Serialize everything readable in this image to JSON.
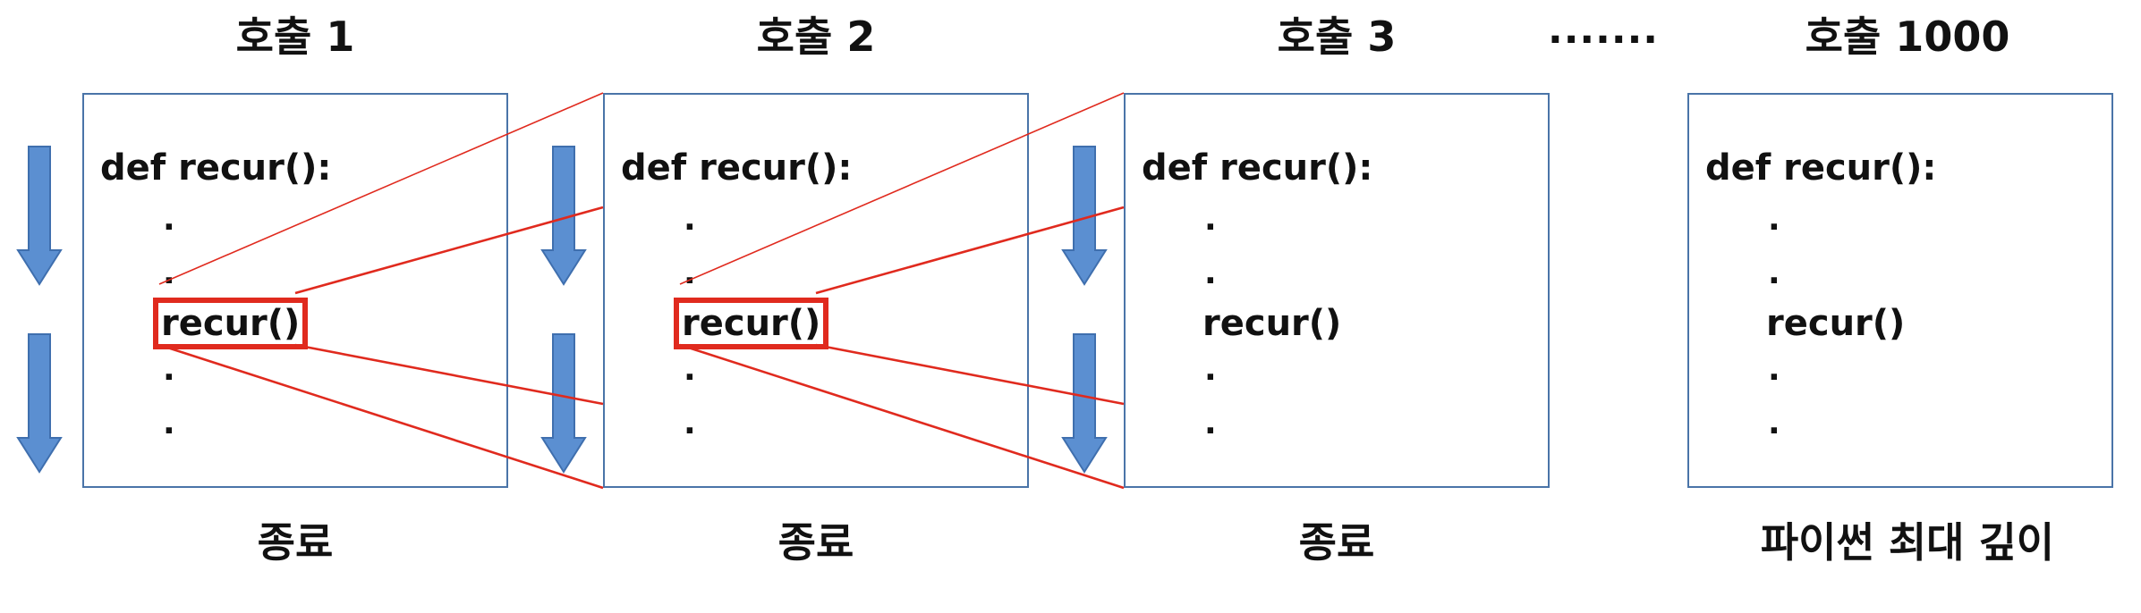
{
  "calls": [
    {
      "title": "호출 1",
      "def": "def recur():",
      "dot": ".",
      "call": "recur()",
      "footer": "종료",
      "highlighted": true
    },
    {
      "title": "호출 2",
      "def": "def recur():",
      "dot": ".",
      "call": "recur()",
      "footer": "종료",
      "highlighted": true
    },
    {
      "title": "호출 3",
      "def": "def recur():",
      "dot": ".",
      "call": "recur()",
      "footer": "종료",
      "highlighted": false
    },
    {
      "title": "호출 1000",
      "def": "def recur():",
      "dot": ".",
      "call": "recur()",
      "footer": "파이썬 최대 깊이",
      "highlighted": false
    }
  ],
  "separator": ".......",
  "colors": {
    "box_border": "#4a74a8",
    "highlight": "#e02a1e",
    "connector": "#e02a1e",
    "arrow_fill": "#5b8fd1",
    "arrow_stroke": "#3f6fae"
  },
  "icons": [
    "down-arrow-icon"
  ]
}
